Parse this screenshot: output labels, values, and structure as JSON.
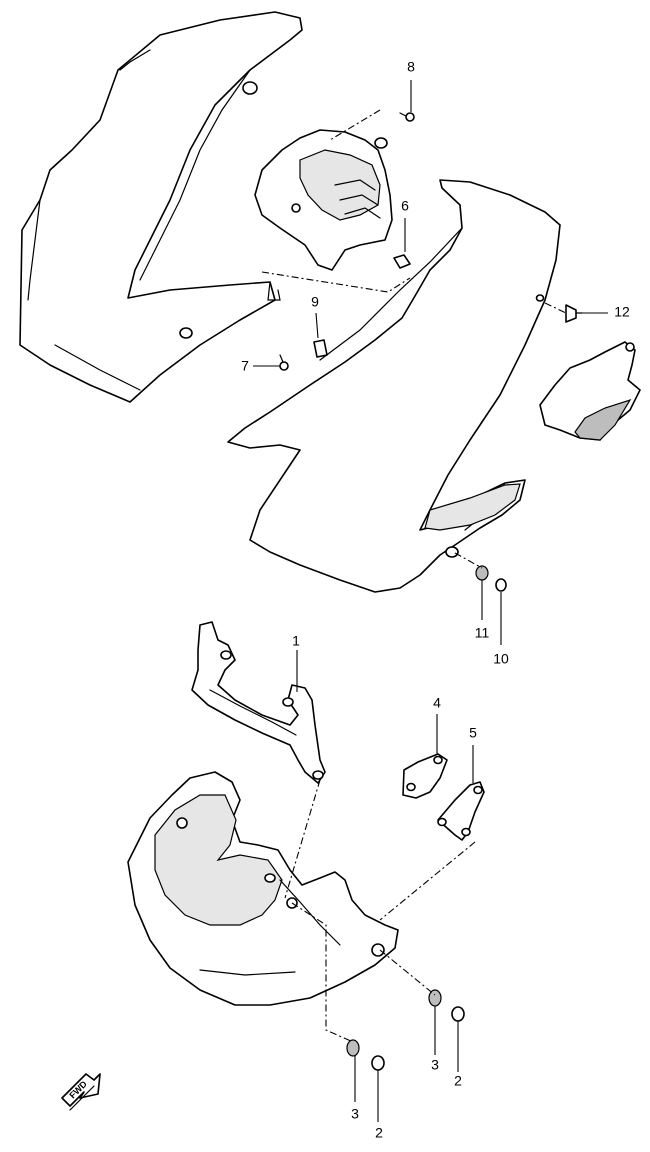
{
  "parts": [
    {
      "id": "p1",
      "number": "1"
    },
    {
      "id": "p2a",
      "number": "2"
    },
    {
      "id": "p2b",
      "number": "2"
    },
    {
      "id": "p3a",
      "number": "3"
    },
    {
      "id": "p3b",
      "number": "3"
    },
    {
      "id": "p4",
      "number": "4"
    },
    {
      "id": "p5",
      "number": "5"
    },
    {
      "id": "p6",
      "number": "6"
    },
    {
      "id": "p7",
      "number": "7"
    },
    {
      "id": "p8",
      "number": "8"
    },
    {
      "id": "p9",
      "number": "9"
    },
    {
      "id": "p10",
      "number": "10"
    },
    {
      "id": "p11",
      "number": "11"
    },
    {
      "id": "p12",
      "number": "12"
    }
  ],
  "direction_marker": {
    "label": "FWD",
    "icon": "forward-arrow-icon"
  }
}
